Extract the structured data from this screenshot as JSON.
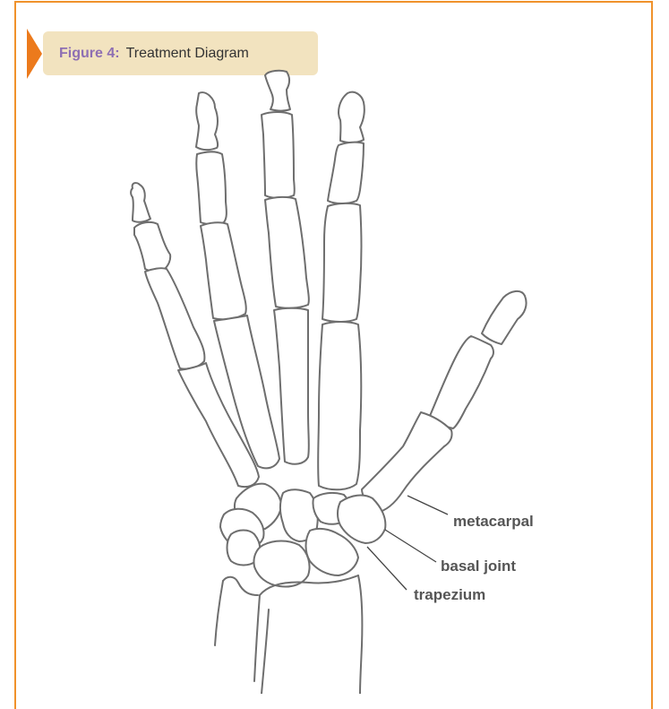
{
  "figure": {
    "label": "Figure 4:",
    "title": "Treatment Diagram"
  },
  "labels": {
    "metacarpal": "metacarpal",
    "basal_joint": "basal joint",
    "trapezium": "trapezium"
  },
  "colors": {
    "frame": "#f0922b",
    "arrow": "#ec7a1c",
    "caption_bg": "#f2e3bf",
    "caption_label": "#8e6fb3",
    "bone_outline": "#6e6e6e",
    "label_text": "#555555"
  }
}
